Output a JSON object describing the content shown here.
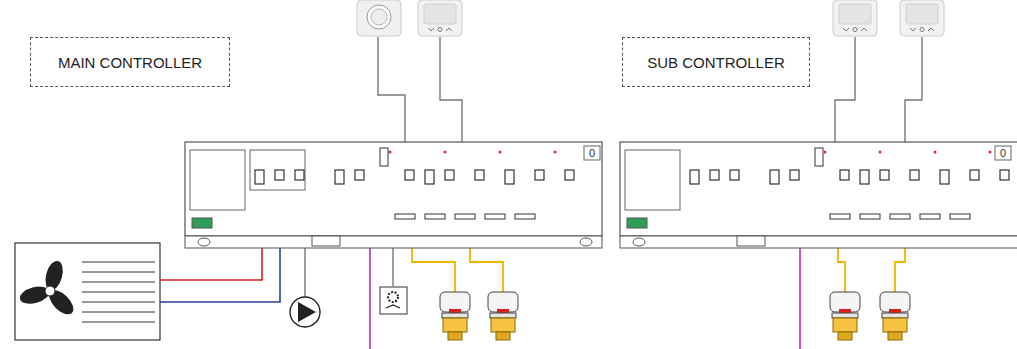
{
  "diagram": {
    "nodes": [
      {
        "text": [
          "MAIN CONTROLLER"
        ]
      },
      {
        "text": [
          "SUB CONTROLLER"
        ]
      }
    ],
    "labels": [
      "0",
      "0"
    ]
  }
}
